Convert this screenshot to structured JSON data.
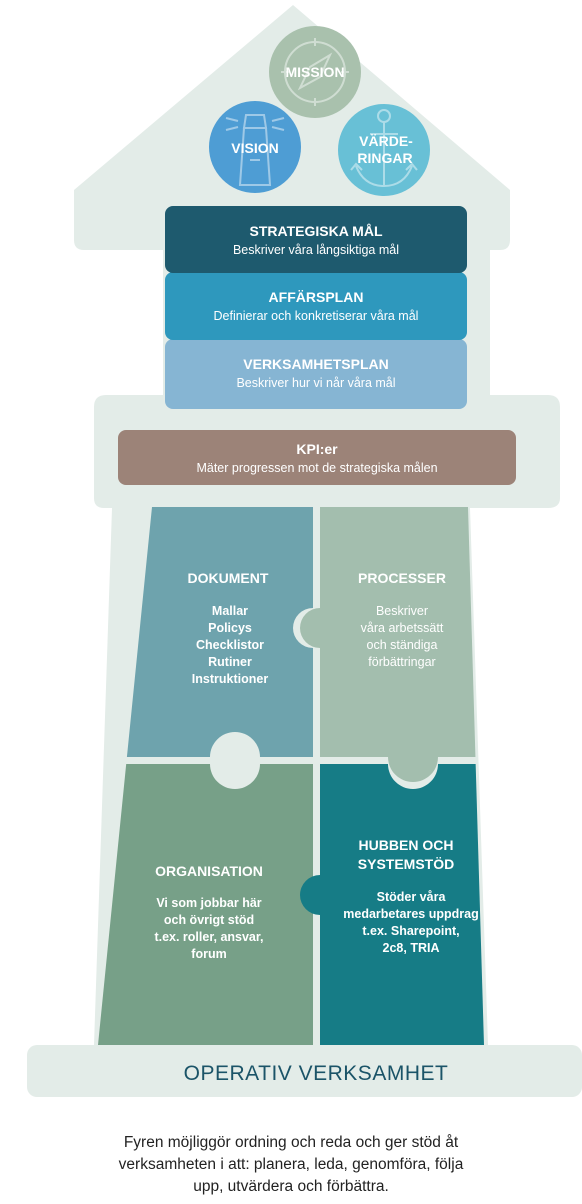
{
  "colors": {
    "house": "#e3ece8",
    "mission": "#a9c1ad",
    "vision": "#4e9dd4",
    "vardering": "#68c0d6",
    "strategiska": "#1e5a6e",
    "affarsplan": "#2e98bd",
    "verksamhetsplan": "#86b5d3",
    "kpi": "#9c8378",
    "dokument": "#6ea3ad",
    "processer": "#a3beae",
    "organisation": "#77a088",
    "hubben": "#167c86",
    "operativ_text": "#1b5468"
  },
  "roof": {
    "mission": {
      "label": "MISSION",
      "icon": "compass-icon"
    },
    "vision": {
      "label": "VISION",
      "icon": "lighthouse-icon"
    },
    "varderingar": {
      "line1": "VÄRDE-",
      "line2": "RINGAR",
      "icon": "anchor-icon"
    }
  },
  "plans": {
    "strategiska": {
      "title": "STRATEGISKA MÅL",
      "subtitle": "Beskriver våra långsiktiga mål"
    },
    "affarsplan": {
      "title": "AFFÄRSPLAN",
      "subtitle": "Definierar och konkretiserar våra mål"
    },
    "verksamhetsplan": {
      "title": "VERKSAMHETSPLAN",
      "subtitle": "Beskriver hur vi når våra mål"
    }
  },
  "kpi": {
    "title": "KPI:er",
    "subtitle": "Mäter progressen mot de strategiska målen"
  },
  "puzzle": {
    "dokument": {
      "title": "DOKUMENT",
      "lines": [
        "Mallar",
        "Policys",
        "Checklistor",
        "Rutiner",
        "Instruktioner"
      ]
    },
    "processer": {
      "title": "PROCESSER",
      "lines": [
        "Beskriver",
        "våra arbetssätt",
        "och ständiga",
        "förbättringar"
      ]
    },
    "organisation": {
      "title": "ORGANISATION",
      "lines": [
        "Vi som jobbar här",
        "och övrigt stöd",
        "t.ex. roller, ansvar,",
        "forum"
      ]
    },
    "hubben": {
      "title_lines": [
        "HUBBEN OCH",
        "SYSTEMSTÖD"
      ],
      "lines": [
        "Stöder våra",
        "medarbetares uppdrag",
        "t.ex. Sharepoint,",
        "2c8, TRIA"
      ]
    }
  },
  "base": {
    "label": "OPERATIV VERKSAMHET"
  },
  "caption": {
    "lines": [
      "Fyren möjliggör ordning och reda och ger stöd åt",
      "verksamheten i att: planera, leda, genomföra, följa",
      "upp, utvärdera och förbättra."
    ]
  }
}
